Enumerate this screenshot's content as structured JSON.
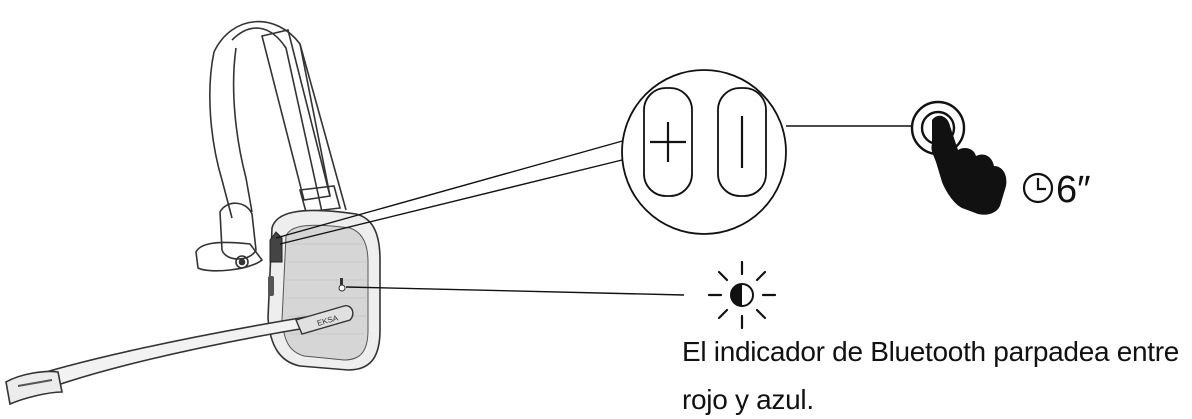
{
  "callouts": {
    "press_duration": "6″",
    "indicator_caption_line1": "El indicador de Bluetooth parpadea entre",
    "indicator_caption_line2": "rojo y azul."
  },
  "headset": {
    "mic_boom_label": "EKSA"
  },
  "icons": {
    "buttons_zoom": [
      "plus-icon",
      "bar-icon"
    ],
    "press_gesture": "finger-press-icon",
    "timer": "clock-icon",
    "led": "led-flash-icon"
  },
  "colors": {
    "ink": "#111111",
    "outline": "#333333",
    "background": "#ffffff"
  }
}
